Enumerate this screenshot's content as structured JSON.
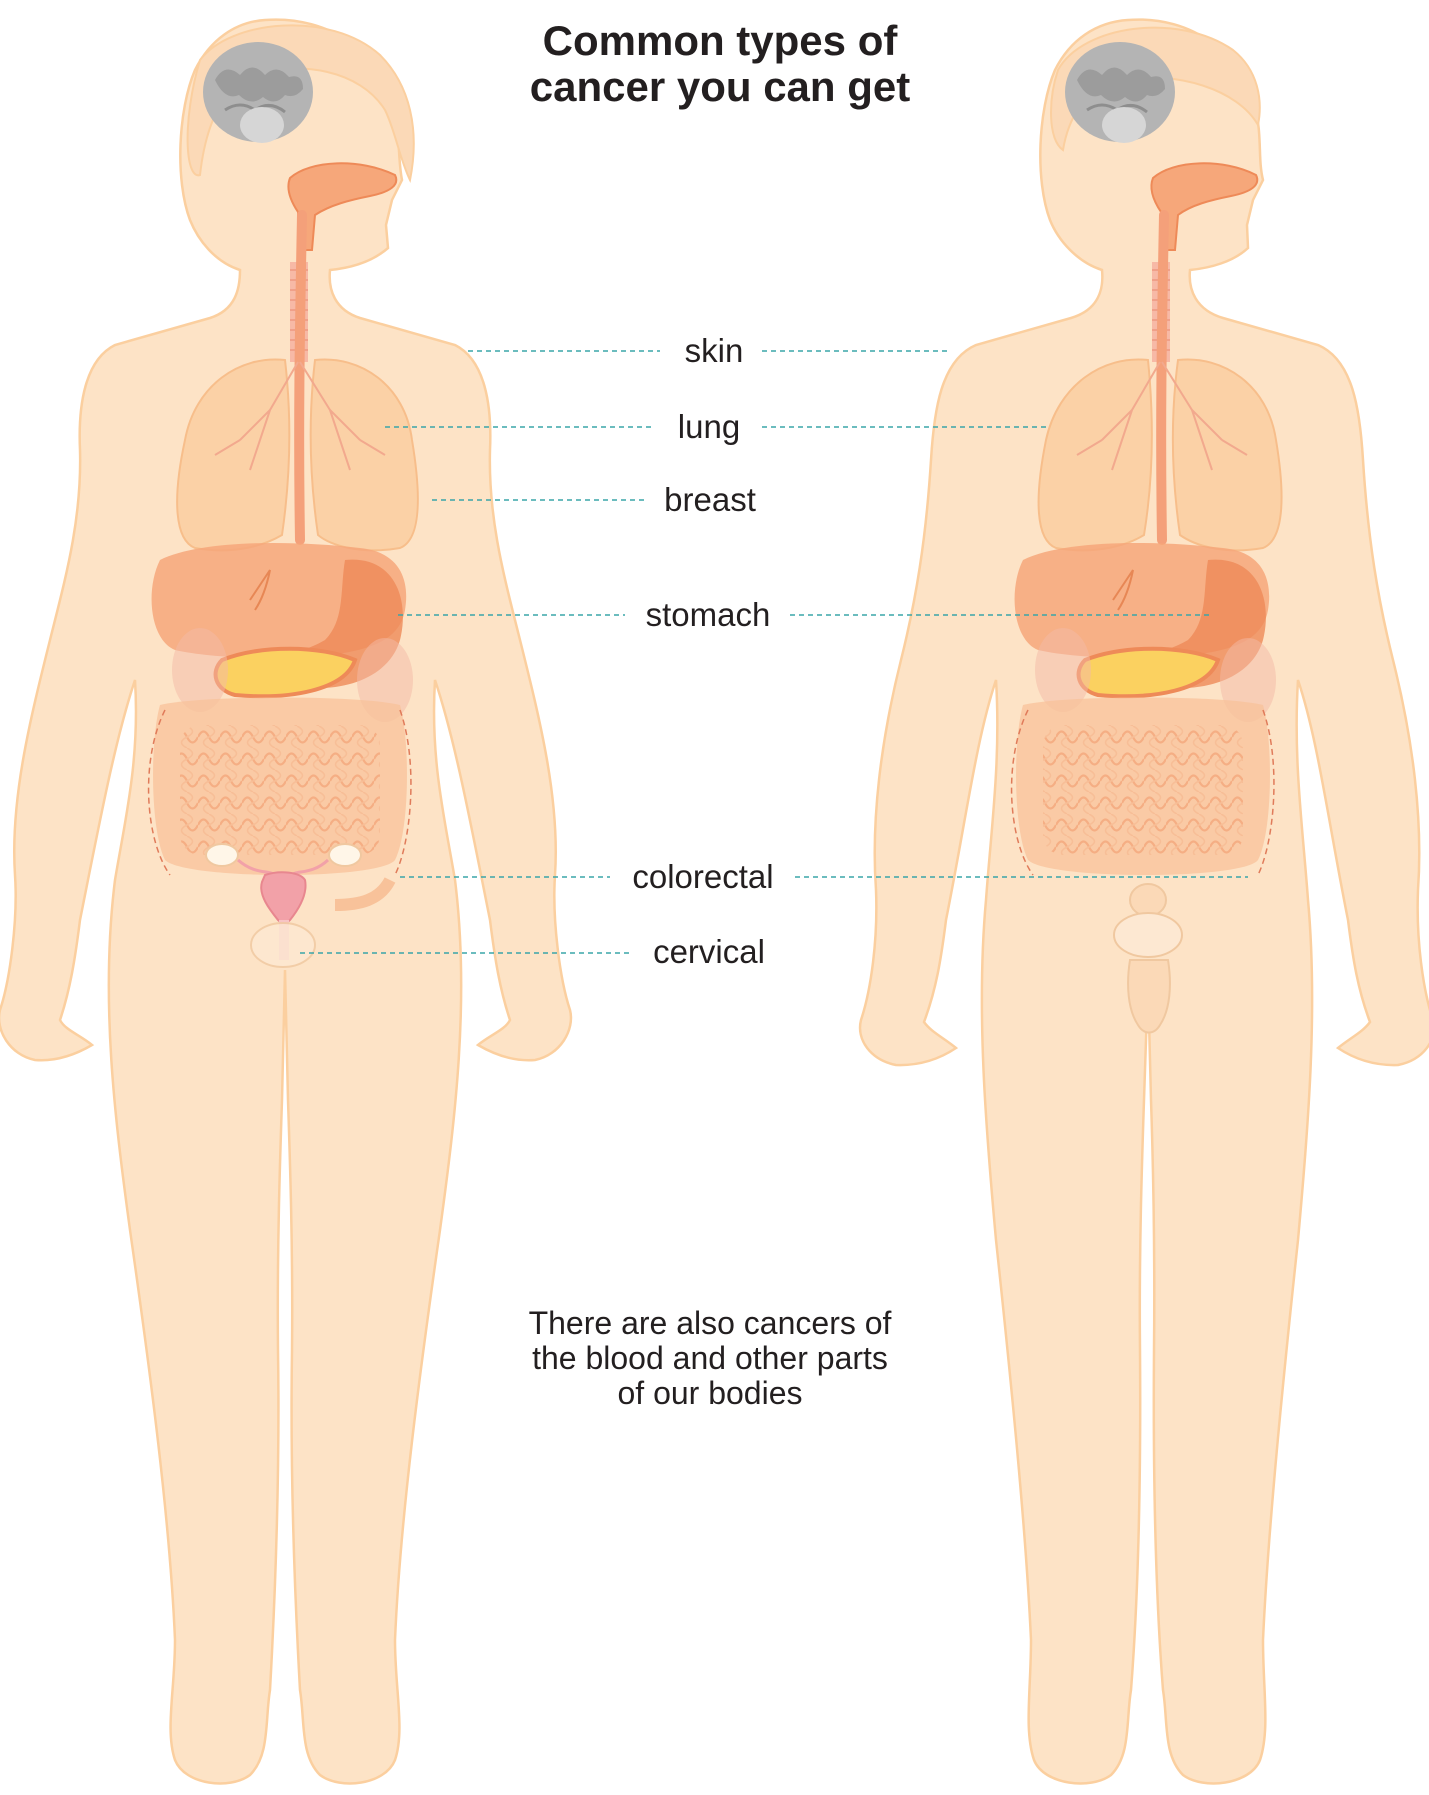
{
  "title": {
    "line1": "Common types of",
    "line2": "cancer you can get"
  },
  "labels": {
    "skin": "skin",
    "lung": "lung",
    "breast": "breast",
    "stomach": "stomach",
    "colorectal": "colorectal",
    "cervical": "cervical"
  },
  "note": {
    "line1": "There are also cancers of",
    "line2": "the blood and other parts",
    "line3": "of our bodies"
  },
  "colors": {
    "skin_fill": "#fde3c6",
    "skin_outline": "#fbcf9f",
    "brain": "#b4b4b4",
    "organ_orange": "#f6a77a",
    "organ_dark": "#ee8a58",
    "lung": "#fbd0a3",
    "pancreas": "#fbd160",
    "intestine": "#f8c29a",
    "uterus": "#f2a1a8",
    "leader_line": "#3aa5a9"
  }
}
